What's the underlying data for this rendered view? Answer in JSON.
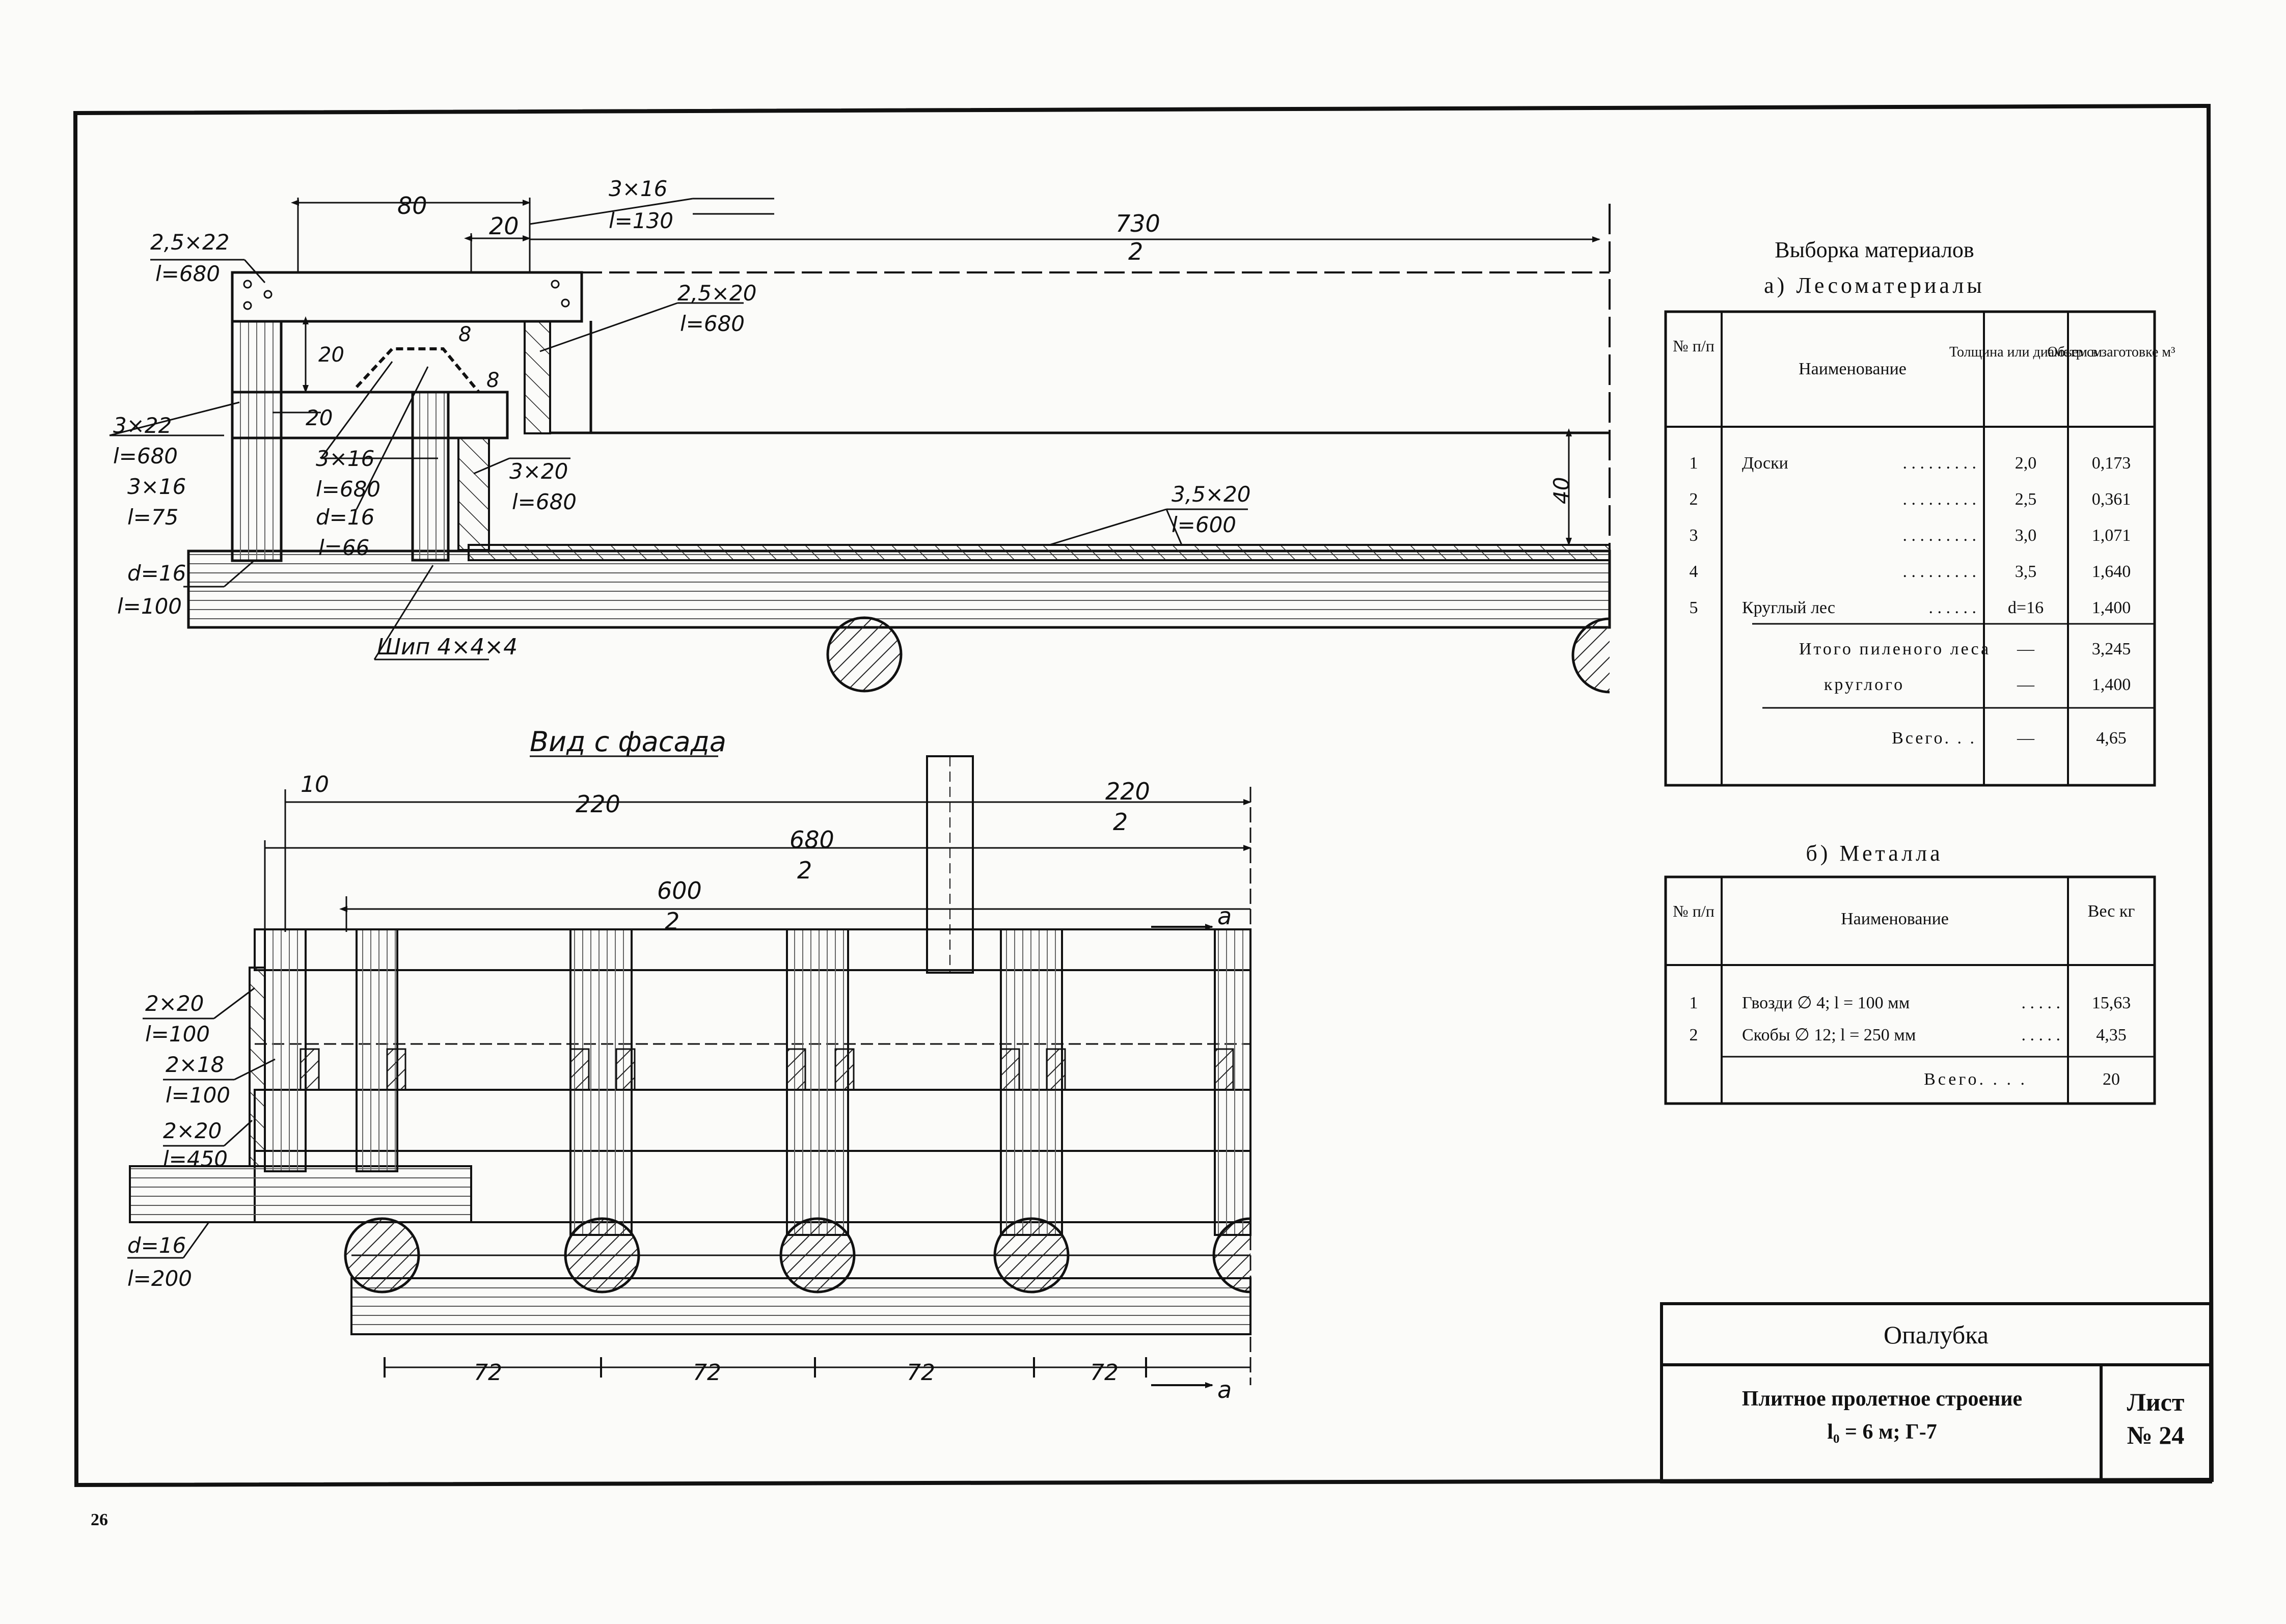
{
  "drawing": {
    "section_dims": {
      "top_80": "80",
      "top_20": "20",
      "board_3x16_a": "3×16",
      "board_3x16_a_len": "l=130",
      "half_730": "730",
      "half_730_den": "2",
      "board_25x22": "2,5×22",
      "board_25x22_len": "l=680",
      "board_25x20": "2,5×20",
      "board_25x20_len": "l=680",
      "dim_20_v": "20",
      "dim_8_a": "8",
      "dim_8_b": "8",
      "board_3x22": "3×22",
      "board_3x22_len": "l=680",
      "dim_20_h": "20",
      "board_3x16_b": "3×16",
      "board_3x16_b_len": "l=75",
      "board_3x16_c": "3×16",
      "board_3x16_c_len": "l=680",
      "round_d16": "d=16",
      "round_d16_len": "l=66",
      "board_3x20": "3×20",
      "board_3x20_len": "l=680",
      "board_35x20": "3,5×20",
      "board_35x20_len": "l=600",
      "dim_40": "40",
      "round_d16_b": "d=16",
      "round_d16_b_len": "l=100",
      "tenon": "Шип 4×4×4"
    },
    "facade": {
      "title": "Вид с фасада",
      "dim_10": "10",
      "dim_220": "220",
      "dim_220_half": "220",
      "dim_220_half_den": "2",
      "dim_680": "680",
      "dim_680_den": "2",
      "dim_600": "600",
      "dim_600_den": "2",
      "section_mark": "a",
      "section_mark_b": "a",
      "board_2x20_a": "2×20",
      "board_2x20_a_len": "l=100",
      "board_2x18": "2×18",
      "board_2x18_len": "l=100",
      "board_2x20_b": "2×20",
      "board_2x20_b_len": "l=450",
      "round_d16": "d=16",
      "round_d16_len": "l=200",
      "spacing": [
        "72",
        "72",
        "72",
        "72"
      ]
    }
  },
  "materials": {
    "title": "Выборка материалов",
    "timber": {
      "subtitle": "а) Лесоматериалы",
      "headers": {
        "num": "№ п/п",
        "name": "Наименование",
        "thickness": "Толщина или диаметр см",
        "volume": "Объем в заготовке м³"
      },
      "rows": [
        {
          "num": "1",
          "name": "Доски",
          "fill": ". . . . . . . . .",
          "thickness": "2,0",
          "volume": "0,173"
        },
        {
          "num": "2",
          "name": "",
          "fill": ". . . . . . . . .",
          "thickness": "2,5",
          "volume": "0,361"
        },
        {
          "num": "3",
          "name": "",
          "fill": ". . . . . . . . .",
          "thickness": "3,0",
          "volume": "1,071"
        },
        {
          "num": "4",
          "name": "",
          "fill": ". . . . . . . . .",
          "thickness": "3,5",
          "volume": "1,640"
        },
        {
          "num": "5",
          "name": "Круглый лес",
          "fill": ". . . . . .",
          "thickness": "d=16",
          "volume": "1,400"
        }
      ],
      "totals": [
        {
          "label": "Итого пиленого леса",
          "thickness": "—",
          "volume": "3,245"
        },
        {
          "label": "круглого",
          "thickness": "—",
          "volume": "1,400"
        },
        {
          "label": "Всего. . .",
          "thickness": "—",
          "volume": "4,65"
        }
      ]
    },
    "metal": {
      "subtitle": "б) Металла",
      "headers": {
        "num": "№ п/п",
        "name": "Наименование",
        "weight": "Вес кг"
      },
      "rows": [
        {
          "num": "1",
          "name": "Гвозди ∅ 4; l = 100 мм",
          "fill": ". . . . .",
          "weight": "15,63"
        },
        {
          "num": "2",
          "name": "Скобы ∅ 12; l = 250 мм",
          "fill": ". . . . .",
          "weight": "4,35"
        }
      ],
      "total": {
        "label": "Всего. . . .",
        "weight": "20"
      }
    }
  },
  "title_block": {
    "title": "Опалубка",
    "description_line1": "Плитное пролетное строение",
    "description_line2": "l₀ = 6 м; Г-7",
    "sheet_label": "Лист",
    "sheet_number": "№ 24"
  },
  "page_number": "26"
}
